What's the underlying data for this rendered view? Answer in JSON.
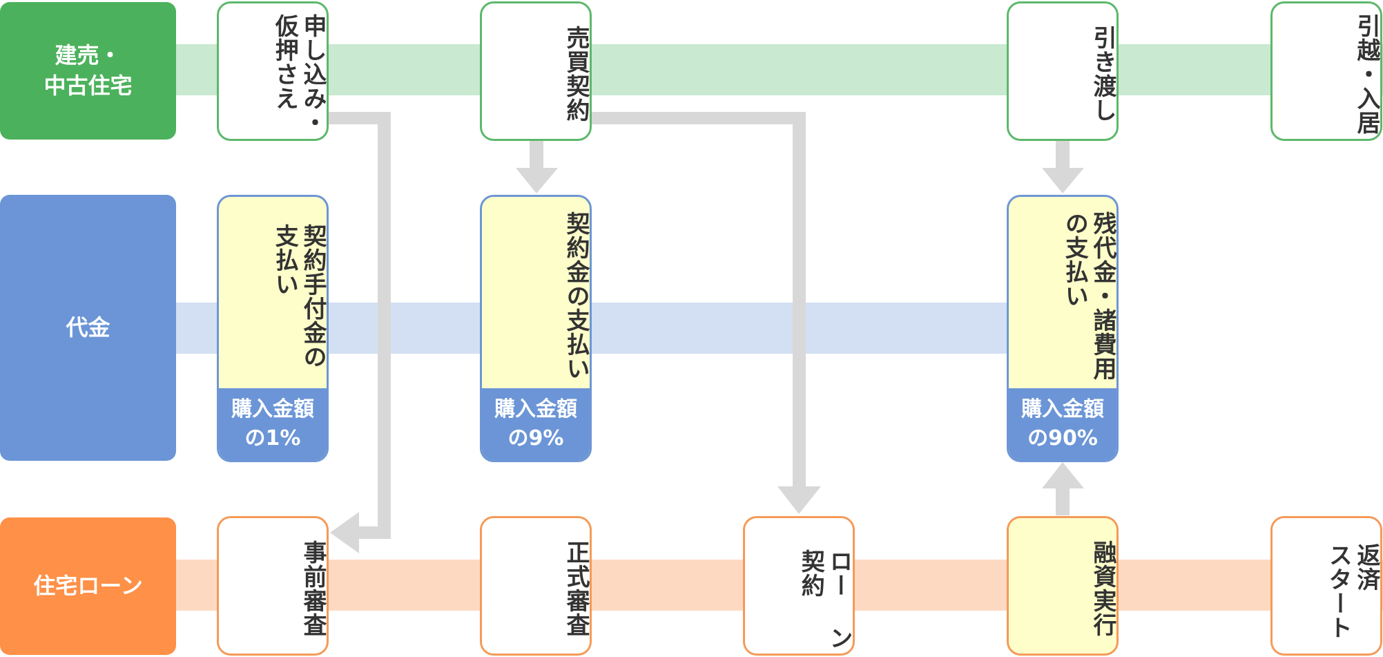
{
  "colors": {
    "housing": "#4cb15c",
    "payment": "#6b95d6",
    "loan": "#fe9048",
    "housing_band": "#c9e9d0",
    "payment_band": "#d3e0f3",
    "loan_band": "#fed9c2",
    "arrow": "#d8d8d8",
    "note_fill": "#fefecb"
  },
  "lanes": {
    "housing": {
      "label_line1": "建売・",
      "label_line2": "中古住宅"
    },
    "payment": {
      "label": "代金"
    },
    "loan": {
      "label": "住宅ローン"
    }
  },
  "housing_steps": [
    {
      "text": "申し込み・\n仮押さえ"
    },
    {
      "text": "売買契約"
    },
    {
      "text": "引き渡し"
    },
    {
      "text": "引越・入居"
    }
  ],
  "payment_steps": [
    {
      "text": "契約手付金の\n支払い",
      "amount_line1": "購入金額",
      "amount_line2": "の1%"
    },
    {
      "text": "契約金の支払い",
      "amount_line1": "購入金額",
      "amount_line2": "の9%"
    },
    {
      "text": "残代金・諸費用\nの支払い",
      "amount_line1": "購入金額",
      "amount_line2": "の90%"
    }
  ],
  "loan_steps": [
    {
      "text": "事前審査"
    },
    {
      "text": "正式審査"
    },
    {
      "text": "ロー ン\n契約"
    },
    {
      "text": "融資実行"
    },
    {
      "text": "返済\nスタート"
    }
  ]
}
